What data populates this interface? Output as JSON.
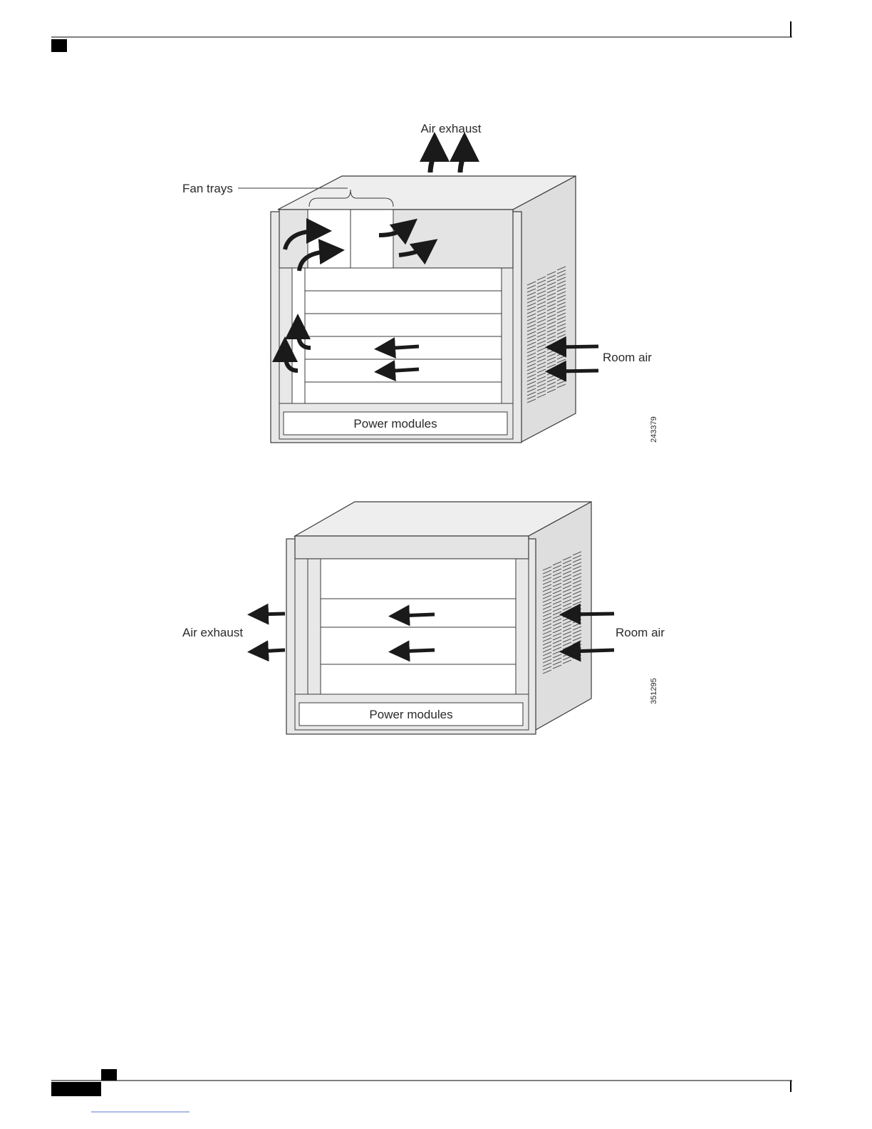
{
  "colors": {
    "frame_fill": "#e6e6e6",
    "panel_fill": "#ffffff",
    "side_fill": "#dcdcdc",
    "stroke": "#3a3a3a",
    "arrow": "#1a1a1a",
    "text": "#2a2a2a"
  },
  "figure1": {
    "air_exhaust_label": "Air exhaust",
    "fan_trays_label": "Fan trays",
    "room_air_label": "Room air",
    "power_modules_label": "Power modules",
    "figure_id": "243379"
  },
  "figure2": {
    "air_exhaust_label": "Air exhaust",
    "room_air_label": "Room air",
    "power_modules_label": "Power modules",
    "figure_id": "351295"
  }
}
